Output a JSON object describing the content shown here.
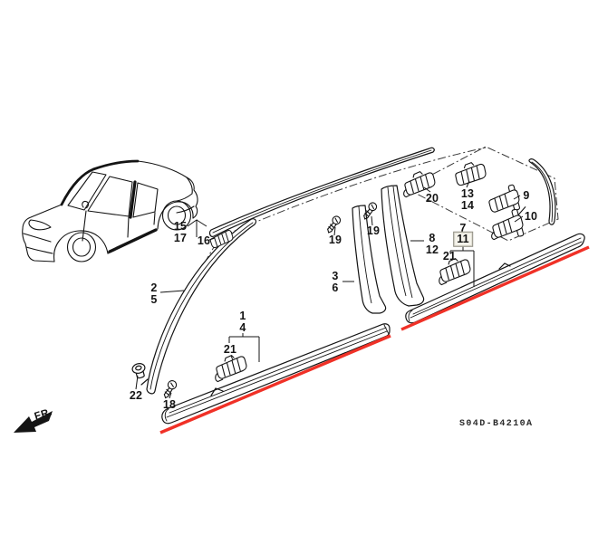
{
  "diagram": {
    "part_code": "S04D-B4210A",
    "fr_label": "FR.",
    "line_color": "#141414",
    "highlight_color": "#f03127",
    "highlighted_callout": "11",
    "callouts": [
      {
        "text": "15"
      },
      {
        "text": "17"
      },
      {
        "text": "16"
      },
      {
        "text": "2"
      },
      {
        "text": "5"
      },
      {
        "text": "1"
      },
      {
        "text": "4"
      },
      {
        "text": "21"
      },
      {
        "text": "22"
      },
      {
        "text": "18"
      },
      {
        "text": "19"
      },
      {
        "text": "19"
      },
      {
        "text": "3"
      },
      {
        "text": "6"
      },
      {
        "text": "8"
      },
      {
        "text": "12"
      },
      {
        "text": "20"
      },
      {
        "text": "13"
      },
      {
        "text": "14"
      },
      {
        "text": "9"
      },
      {
        "text": "10"
      },
      {
        "text": "7"
      },
      {
        "text": "11"
      },
      {
        "text": "21"
      }
    ]
  }
}
